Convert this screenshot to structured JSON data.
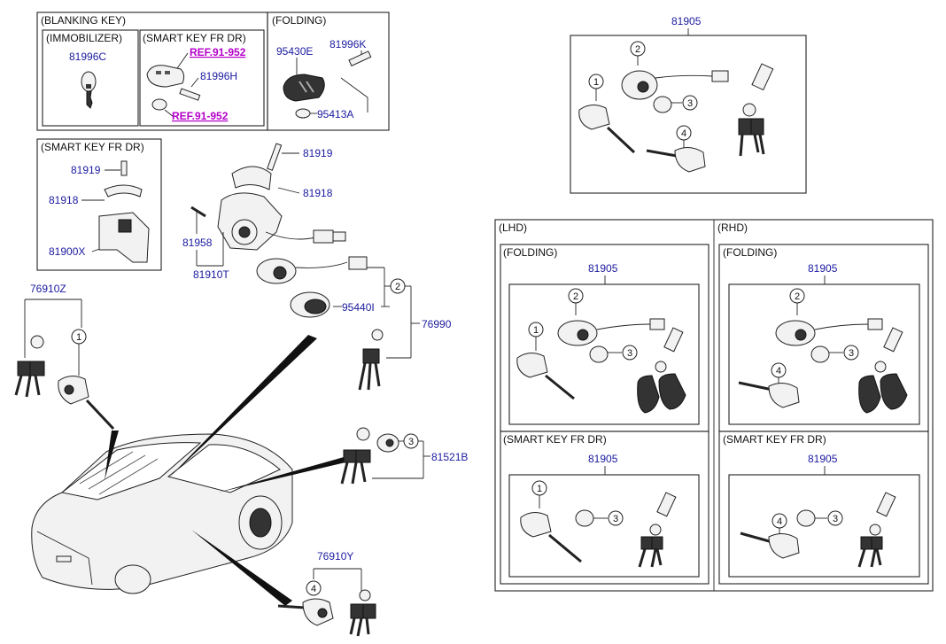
{
  "blanking_key": {
    "title": "(BLANKING KEY)",
    "immobilizer": {
      "title": "(IMMOBILIZER)",
      "part": "81996C"
    },
    "smart_key": {
      "title": "(SMART KEY FR DR)",
      "ref1": "REF.91-952",
      "part": "81996H",
      "ref2": "REF.91-952"
    }
  },
  "folding_top": {
    "title": "(FOLDING)",
    "part_a": "95430E",
    "part_b": "81996K",
    "part_c": "95413A"
  },
  "smart_key_lock": {
    "title": "(SMART KEY FR DR)",
    "p1": "81919",
    "p2": "81918",
    "p3": "81900X"
  },
  "center_parts": {
    "p81919": "81919",
    "p81918": "81918",
    "p81958": "81958",
    "p81910T": "81910T",
    "p95440I": "95440I",
    "p76990": "76990",
    "p81521B": "81521B"
  },
  "left_parts": {
    "p76910Z": "76910Z",
    "p76910Y": "76910Y"
  },
  "kit_top": {
    "title": "81905"
  },
  "lhd": {
    "title": "(LHD)",
    "folding": {
      "title": "(FOLDING)",
      "kit": "81905"
    },
    "smart": {
      "title": "(SMART KEY FR DR)",
      "kit": "81905"
    }
  },
  "rhd": {
    "title": "(RHD)",
    "folding": {
      "title": "(FOLDING)",
      "kit": "81905"
    },
    "smart": {
      "title": "(SMART KEY FR DR)",
      "kit": "81905"
    }
  },
  "callouts": {
    "c1": "1",
    "c2": "2",
    "c3": "3",
    "c4": "4"
  },
  "colors": {
    "label": "#1a1aa0",
    "ref_link": "#b400c8",
    "line": "#222222"
  }
}
